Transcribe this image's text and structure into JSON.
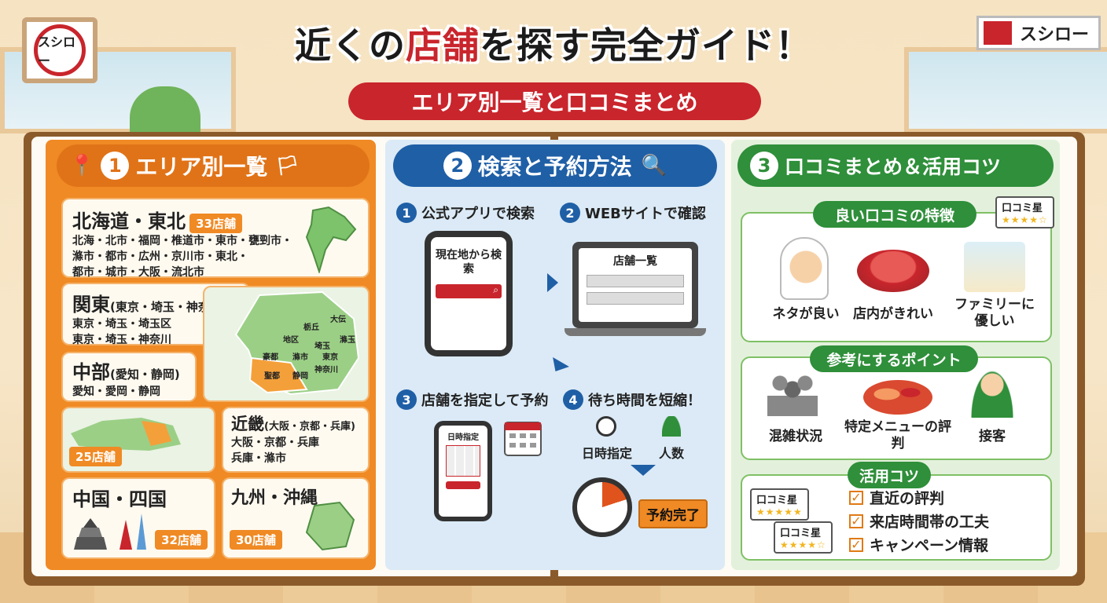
{
  "brand": "スシロー",
  "title": {
    "prefix": "近くの",
    "accent": "店舗",
    "suffix": "を探す完全ガイド！"
  },
  "subtitle": "エリア別一覧と口コミまとめ",
  "section1": {
    "num": "1",
    "heading": "エリア別一覧",
    "areas": [
      {
        "name": "北海道・東北",
        "badge": "33店舗",
        "cities": [
          "北海・北市・福岡・椎道市・東市・甕剄市・",
          "滌市・都市・広州・京川市・東北・",
          "都市・城市・大阪・流北市"
        ]
      },
      {
        "name": "関東",
        "sub": "(東京・埼玉・神奈川)",
        "cities": [
          "東京・埼玉・埼玉区",
          "東京・埼玉・神奈川"
        ]
      },
      {
        "name": "中部",
        "sub": "(愛知・静岡)",
        "cities": [
          "愛知・愛岡・静岡"
        ]
      },
      {
        "badge": "25店舗"
      },
      {
        "name": "近畿",
        "sub": "(大阪・京都・兵庫)",
        "cities": [
          "大阪・京都・兵庫",
          "兵庫・滌市"
        ]
      },
      {
        "name": "中国・四国",
        "badge": "32店舗"
      },
      {
        "name": "九州・沖縄",
        "badge": "30店舗"
      }
    ],
    "map_labels": [
      "栃丘",
      "大伝",
      "地区",
      "埼玉",
      "滌玉",
      "豪都",
      "滌市",
      "東京",
      "神奈川",
      "聖都",
      "静岡"
    ]
  },
  "section2": {
    "num": "2",
    "heading": "検索と予約方法",
    "steps": [
      {
        "num": "1",
        "label": "公式アプリで検索",
        "screen": "現在地から検索"
      },
      {
        "num": "2",
        "label": "WEBサイトで確認",
        "screen": "店舗一覧"
      },
      {
        "num": "3",
        "label": "店舗を指定して予約",
        "screen": "日時指定"
      },
      {
        "num": "4",
        "label": "待ち時間を短縮！",
        "opts": [
          "日時指定",
          "人数"
        ],
        "done": "予約完了"
      }
    ]
  },
  "section3": {
    "num": "3",
    "heading": "口コミまとめ＆活用コツ",
    "good_title": "良い口コミの特徴",
    "good_items": [
      "ネタが良い",
      "店内がきれい",
      "ファミリーに優しい"
    ],
    "review_label": "口コミ星",
    "point_title": "参考にするポイント",
    "point_items": [
      "混雑状況",
      "特定メニューの評判",
      "接客"
    ],
    "tips_title": "活用コツ",
    "tips": [
      "直近の評判",
      "来店時間帯の工夫",
      "キャンペーン情報"
    ]
  },
  "colors": {
    "red": "#c9252c",
    "orange": "#f08a24",
    "blue": "#1f5fa6",
    "green": "#2f8f3a"
  }
}
